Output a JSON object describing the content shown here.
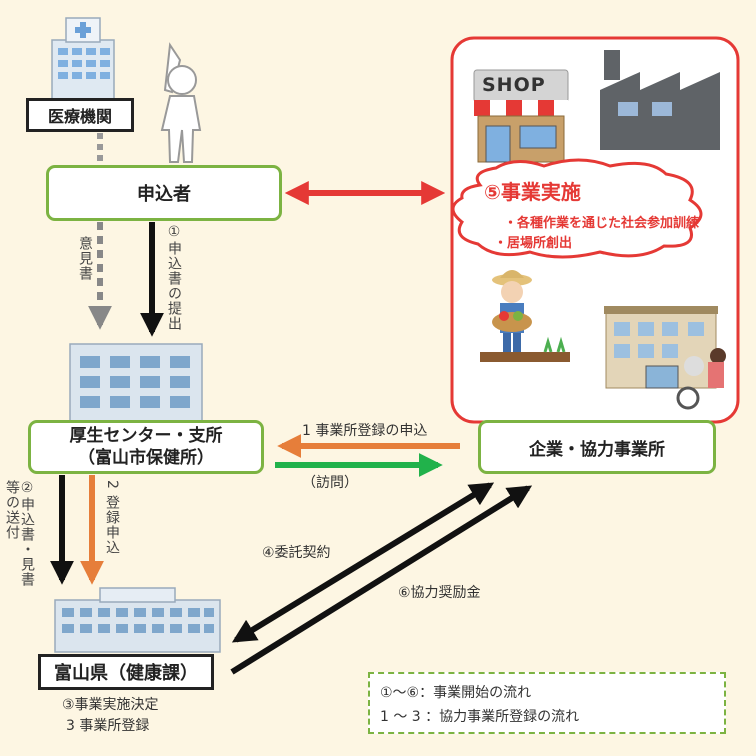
{
  "labels": {
    "medical": "医療機関",
    "applicant": "申込者",
    "kosei_line1": "厚生センター・支所",
    "kosei_line2": "（富山市保健所）",
    "toyama": "富山県（健康課）",
    "company": "企業・協力事業所",
    "opinion": "意見書",
    "step1": "①申込書の提出",
    "step2": "②申込書・見書等の送付",
    "reg2": "2 登録申込",
    "reg1": "1 事業所登録の申込",
    "visit": "（訪問）",
    "step4": "④委託契約",
    "step6": "⑥協力奨励金",
    "step3": "③事業実施決定",
    "reg3": "3 事業所登録",
    "implementation": "⑤事業実施",
    "impl_item1": "・各種作業を通じた社会参加訓練",
    "impl_item2": "・居場所創出",
    "shop_sign": "SHOP"
  },
  "legend": {
    "item1": "①～⑥：事業開始の流れ",
    "item2": "1 ～ 3 ：協力事業所登録の流れ"
  },
  "colors": {
    "background": "#fdf6e3",
    "green_border": "#7cb342",
    "red": "#e53935",
    "orange": "#e67e3a",
    "green_arrow": "#21b24b",
    "gray_arrow": "#888888",
    "black": "#111111"
  },
  "icons": [
    "hospital-icon",
    "person-raising-hand-icon",
    "office-building-icon",
    "government-building-icon",
    "shop-icon",
    "factory-icon",
    "farmer-icon",
    "care-facility-icon"
  ]
}
